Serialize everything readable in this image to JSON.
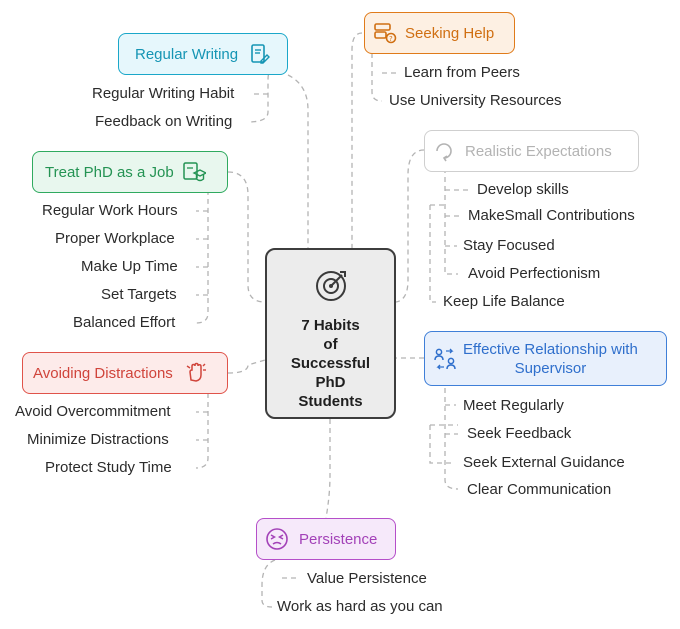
{
  "center": {
    "title_lines": [
      "7 Habits",
      "of",
      "Successful",
      "PhD",
      "Students"
    ],
    "icon": "target-icon"
  },
  "categories": {
    "regular_writing": {
      "label": "Regular Writing",
      "icon": "document-edit-icon",
      "color": "#1aa7c9",
      "fill": "#e6f7fc",
      "items": [
        "Regular Writing Habit",
        "Feedback on Writing"
      ]
    },
    "seeking_help": {
      "label": "Seeking Help",
      "icon": "server-help-icon",
      "color": "#e07b1a",
      "fill": "#fdf0e3",
      "items": [
        "Learn from Peers",
        "Use University Resources"
      ]
    },
    "realistic_expectations": {
      "label": "Realistic Expectations",
      "icon": "refresh-icon",
      "color": "#bdbdbd",
      "fill": "#ffffff",
      "items": [
        "Develop skills",
        "MakeSmall Contributions",
        "Stay Focused",
        "Avoid Perfectionism",
        "Keep Life Balance"
      ]
    },
    "treat_phd_as_job": {
      "label": "Treat PhD as a Job",
      "icon": "graduate-icon",
      "color": "#2faa5f",
      "fill": "#e8f7ee",
      "items": [
        "Regular Work Hours",
        "Proper Workplace",
        "Make Up Time",
        "Set Targets",
        "Balanced Effort"
      ]
    },
    "avoiding_distractions": {
      "label": "Avoiding Distractions",
      "icon": "stop-hand-icon",
      "color": "#e0534a",
      "fill": "#fdebea",
      "items": [
        "Avoid Overcommitment",
        "Minimize Distractions",
        "Protect Study Time"
      ]
    },
    "supervisor_relationship": {
      "label_lines": [
        "Effective Relationship with",
        "Supervisor"
      ],
      "icon": "people-exchange-icon",
      "color": "#3f7fd8",
      "fill": "#e8f0fc",
      "items": [
        "Meet Regularly",
        "Seek Feedback",
        "Seek External Guidance",
        "Clear Communication"
      ]
    },
    "persistence": {
      "label": "Persistence",
      "icon": "persevere-face-icon",
      "color": "#b54fc9",
      "fill": "#f6e9fa",
      "items": [
        "Value Persistence",
        "Work as hard as you can"
      ]
    }
  }
}
